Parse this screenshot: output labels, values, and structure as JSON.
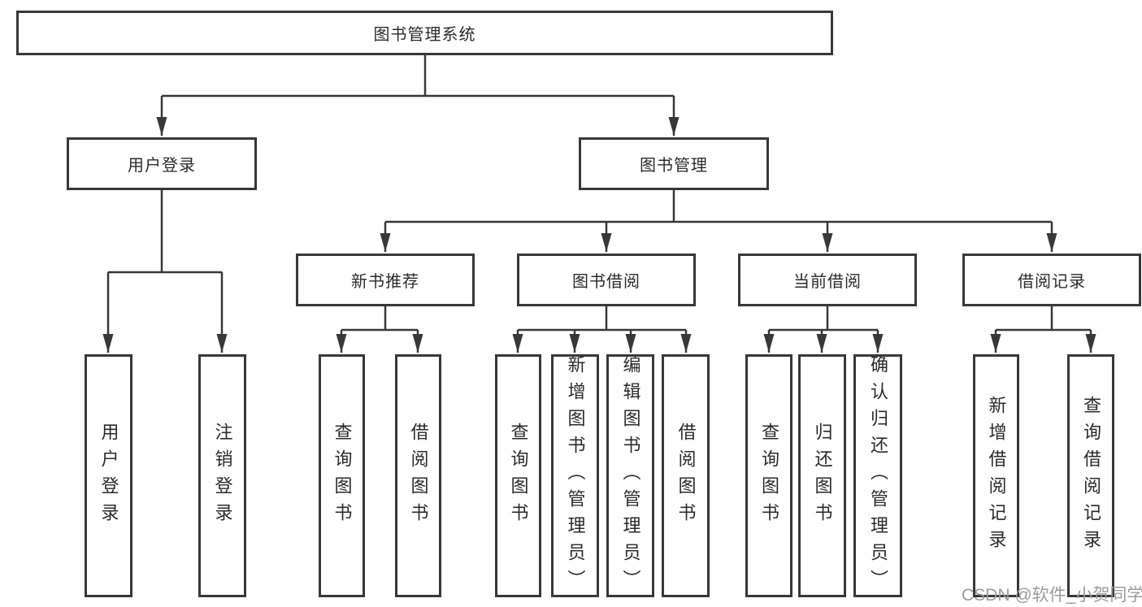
{
  "tree": {
    "root": "图书管理系统",
    "login": {
      "label": "用户登录",
      "children": [
        "用户登录",
        "注销登录"
      ]
    },
    "management": {
      "label": "图书管理",
      "sections": [
        {
          "label": "新书推荐",
          "children": [
            "查询图书",
            "借阅图书"
          ]
        },
        {
          "label": "图书借阅",
          "children": [
            "查询图书",
            "新增图书（管理员）",
            "编辑图书（管理员）",
            "借阅图书"
          ]
        },
        {
          "label": "当前借阅",
          "children": [
            "查询图书",
            "归还图书",
            "确认归还（管理员）"
          ]
        },
        {
          "label": "借阅记录",
          "children": [
            "新增借阅记录",
            "查询借阅记录"
          ]
        }
      ]
    }
  },
  "watermark": "CSDN @软件_小贺同学",
  "colors": {
    "line": "#383838",
    "text": "#2b2b2b",
    "watermark": "#9c9c9c"
  }
}
